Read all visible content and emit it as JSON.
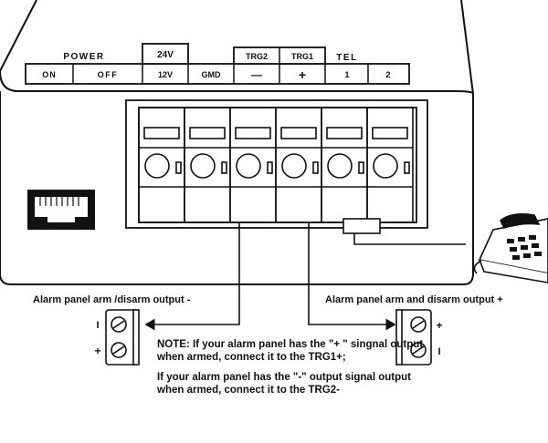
{
  "top_panel": {
    "power_header": "POWER",
    "power_on": "ON",
    "power_off": "OFF",
    "v24_header": "24V",
    "v12_label": "12V",
    "gnd_label": "GMD",
    "trg2_header": "TRG2",
    "trg1_header": "TRG1",
    "trg2_symbol": "—",
    "trg1_symbol": "+",
    "tel_header": "TEL",
    "tel_1": "1",
    "tel_2": "2"
  },
  "left_output": {
    "label": "Alarm panel arm /disarm output -",
    "top_sign": "I",
    "bottom_sign": "+"
  },
  "right_output": {
    "label": "Alarm panel arm and disarm output +",
    "top_sign": "+",
    "bottom_sign": "I"
  },
  "note": {
    "paragraph1": "NOTE: If your alarm panel has the \"+ \" singnal output when armed, connect it to the TRG1+;",
    "paragraph2": "If your alarm panel has the \"-\" output signal output when armed, connect it to the TRG2-"
  }
}
